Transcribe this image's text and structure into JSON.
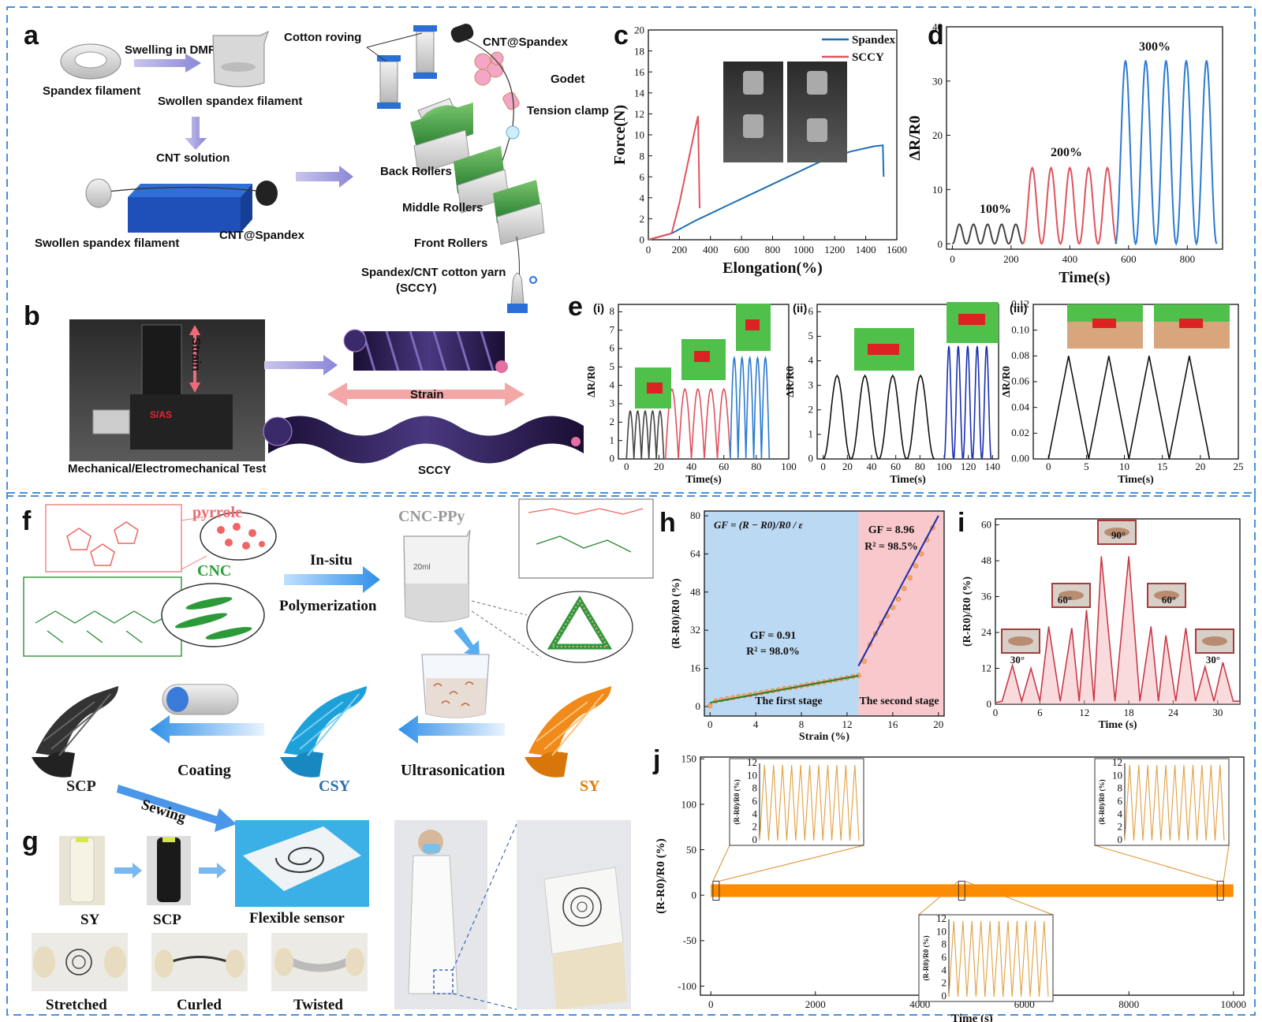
{
  "panels": {
    "a": {
      "label": "a",
      "texts": [
        "Spandex filament",
        "Swelling in DMF",
        "Swollen spandex filament",
        "CNT solution",
        "Swollen spandex filament",
        "CNT@Spandex",
        "Cotton roving",
        "CNT@Spandex",
        "Godet",
        "Tension clamp",
        "Back Rollers",
        "Middle Rollers",
        "Front Rollers",
        "Spandex/CNT cotton yarn",
        "(SCCY)"
      ]
    },
    "b": {
      "label": "b",
      "texts": [
        "Strain",
        "Strain",
        "Mechanical/Electromechanical Test",
        "SCCY",
        "S/AS"
      ]
    },
    "e": {
      "label": "e",
      "sub": [
        "(i)",
        "(ii)",
        "(iii)"
      ]
    },
    "f": {
      "label": "f",
      "texts": [
        "pyrrole",
        "CNC",
        "CNC-PPy",
        "In-situ",
        "Polymerization",
        "20ml",
        "Coating",
        "Ultrasonication",
        "SCP",
        "CSY",
        "SY",
        "Sewing"
      ]
    },
    "g": {
      "label": "g",
      "texts": [
        "SY",
        "SCP",
        "Flexible sensor",
        "Stretched",
        "Curled",
        "Twisted"
      ]
    },
    "h": {
      "label": "h"
    },
    "i": {
      "label": "i"
    },
    "j": {
      "label": "j"
    }
  },
  "chart_data": [
    {
      "panel": "c",
      "type": "line",
      "xlabel": "Elongation(%)",
      "ylabel": "Force(N)",
      "xlim": [
        0,
        1600
      ],
      "ylim": [
        0,
        20
      ],
      "xticks": [
        0,
        200,
        400,
        600,
        800,
        1000,
        1200,
        1400,
        1600
      ],
      "yticks": [
        0,
        2,
        4,
        6,
        8,
        10,
        12,
        14,
        16,
        18,
        20
      ],
      "legend_position": "top-right",
      "series": [
        {
          "name": "Spandex",
          "color": "#1f6fb4",
          "x": [
            0,
            150,
            300,
            500,
            700,
            900,
            1100,
            1300,
            1450,
            1510,
            1515
          ],
          "y": [
            0,
            0.6,
            1.8,
            3.2,
            4.6,
            6,
            7.4,
            8.4,
            8.9,
            9,
            6
          ]
        },
        {
          "name": "SCCY",
          "color": "#e0525d",
          "x": [
            0,
            150,
            200,
            250,
            300,
            320,
            330
          ],
          "y": [
            0,
            0.6,
            3.5,
            7,
            10.5,
            11.8,
            3
          ]
        }
      ]
    },
    {
      "panel": "d",
      "type": "line",
      "xlabel": "Time(s)",
      "ylabel": "ΔR/R0",
      "xlim": [
        -20,
        920
      ],
      "ylim": [
        -1,
        40
      ],
      "xticks": [
        0,
        200,
        400,
        600,
        800
      ],
      "yticks": [
        0,
        10,
        20,
        30,
        40
      ],
      "annotations": [
        {
          "text": "100%",
          "color": "#555555"
        },
        {
          "text": "200%",
          "color": "#d2313b"
        },
        {
          "text": "300%",
          "color": "#1e4fb0"
        }
      ],
      "series": [
        {
          "name": "100%",
          "color": "#444444",
          "period": 48,
          "start": 0,
          "cycles": 5,
          "peak": 3.6
        },
        {
          "name": "200%",
          "color": "#e0525d",
          "period": 64,
          "start": 240,
          "cycles": 5,
          "peak": 14
        },
        {
          "name": "300%",
          "color": "#2b7bd0",
          "period": 69,
          "start": 555,
          "cycles": 5,
          "peak": 33.8
        }
      ]
    },
    {
      "panel": "e(i)",
      "type": "line",
      "xlabel": "Time(s)",
      "ylabel": "ΔR/R0",
      "xlim": [
        -5,
        100
      ],
      "ylim": [
        0,
        8.4
      ],
      "xticks": [
        0,
        20,
        40,
        60,
        80,
        100
      ],
      "yticks": [
        0,
        1,
        2,
        3,
        4,
        5,
        6,
        7,
        8
      ],
      "series": [
        {
          "color": "#444444",
          "start": 0,
          "period": 4.6,
          "cycles": 5,
          "peak": 2.6
        },
        {
          "color": "#e0525d",
          "start": 24,
          "period": 8,
          "cycles": 5,
          "peak": 3.8
        },
        {
          "color": "#2b7bd0",
          "start": 64,
          "period": 4.8,
          "cycles": 5,
          "peak": 5.5
        }
      ]
    },
    {
      "panel": "e(ii)",
      "type": "line",
      "xlabel": "Time(s)",
      "ylabel": "ΔR/R0",
      "xlim": [
        -5,
        145
      ],
      "ylim": [
        0,
        6.3
      ],
      "xticks": [
        0,
        20,
        40,
        60,
        80,
        100,
        120,
        140
      ],
      "yticks": [
        0,
        1,
        2,
        3,
        4,
        5,
        6
      ],
      "series": [
        {
          "color": "#111111",
          "start": 0,
          "period": 23,
          "cycles": 4,
          "peak": 3.4
        },
        {
          "color": "#1a2fb0",
          "start": 100,
          "period": 7.8,
          "cycles": 5,
          "peak": 4.6
        }
      ]
    },
    {
      "panel": "e(iii)",
      "type": "line",
      "xlabel": "Time(s)",
      "ylabel": "ΔR/R0",
      "xlim": [
        -2,
        25
      ],
      "ylim": [
        0,
        0.12
      ],
      "xticks": [
        0,
        5,
        10,
        15,
        20,
        25
      ],
      "yticks": [
        0.0,
        0.02,
        0.04,
        0.06,
        0.08,
        0.1,
        0.12
      ],
      "series": [
        {
          "color": "#111111",
          "start": 0,
          "period": 5.3,
          "cycles": 4,
          "peak": 0.08
        }
      ]
    },
    {
      "panel": "h",
      "type": "scatter",
      "xlabel": "Strain (%)",
      "ylabel": "(R-R0)/R0 (%)",
      "xlim": [
        -0.5,
        20.5
      ],
      "ylim": [
        -4,
        82
      ],
      "xticks": [
        0,
        4,
        8,
        12,
        16,
        20
      ],
      "yticks": [
        0,
        16,
        32,
        48,
        64,
        80
      ],
      "formula": "GF = (R − R0)/R0 / ε",
      "stages": [
        "The first stage",
        "The second stage"
      ],
      "fits": [
        {
          "text1": "GF = 0.91",
          "text2": "R² = 98.0%",
          "x": [
            0,
            13
          ],
          "y": [
            1.6,
            12.9
          ]
        },
        {
          "text1": "GF = 8.96",
          "text2": "R² = 98.5%",
          "x": [
            13,
            20
          ],
          "y": [
            17,
            80
          ]
        }
      ],
      "points": {
        "x": [
          0,
          0.5,
          1,
          1.5,
          2,
          2.5,
          3,
          3.5,
          4,
          4.5,
          5,
          5.5,
          6,
          6.5,
          7,
          7.5,
          8,
          8.5,
          9,
          9.5,
          10,
          10.5,
          11,
          11.5,
          12,
          12.5,
          13,
          13.5,
          14,
          14.5,
          15,
          15.5,
          16,
          16.5,
          17,
          17.5,
          18,
          18.5,
          19,
          19.5
        ],
        "y": [
          0.3,
          2.3,
          2.8,
          3.3,
          3.7,
          4.2,
          4.5,
          4.9,
          5.3,
          5.8,
          6.2,
          6.6,
          7,
          7.5,
          7.8,
          8.2,
          8.6,
          9.1,
          9.5,
          9.9,
          10.3,
          10.8,
          11.2,
          11.6,
          12,
          12.6,
          13,
          19,
          26,
          30.5,
          35,
          38,
          41.5,
          45,
          49.5,
          54,
          59,
          64,
          70,
          75
        ]
      }
    },
    {
      "panel": "i",
      "type": "line",
      "xlabel": "Time (s)",
      "ylabel": "(R-R0)/R0 (%)",
      "xlim": [
        0,
        33
      ],
      "ylim": [
        0,
        62
      ],
      "xticks": [
        0,
        6,
        12,
        18,
        24,
        30
      ],
      "yticks": [
        0,
        12,
        24,
        36,
        48,
        60
      ],
      "angle_labels": [
        "30°",
        "60°",
        "90°",
        "60°",
        "30°"
      ],
      "peaks": {
        "t": [
          2.3,
          4.8,
          7.2,
          10.3,
          12.3,
          14.3,
          18,
          21,
          23,
          25.7,
          28.3,
          30.7
        ],
        "v": [
          13,
          12,
          26,
          25.5,
          31.5,
          49.5,
          49.5,
          26,
          23,
          25.5,
          12.5,
          14
        ]
      }
    },
    {
      "panel": "j",
      "type": "line",
      "xlabel": "Time (s)",
      "ylabel": "(R-R0)/R0 (%)",
      "xlim": [
        -200,
        10200
      ],
      "ylim": [
        -110,
        152
      ],
      "xticks": [
        0,
        2000,
        4000,
        6000,
        8000,
        10000
      ],
      "yticks": [
        -100,
        -50,
        0,
        50,
        100,
        150
      ],
      "band": {
        "from": 0,
        "to": 10000,
        "low": -2,
        "high": 12,
        "color": "#ff8c00"
      },
      "insets": [
        {
          "ylabel": "(R-R0)/R0 (%)",
          "yticks": [
            0,
            2,
            4,
            6,
            8,
            10,
            12
          ],
          "cycles": 11
        },
        {
          "ylabel": "(R-R0)/R0 (%)",
          "yticks": [
            0,
            2,
            4,
            6,
            8,
            10,
            12
          ],
          "cycles": 11
        },
        {
          "ylabel": "(R-R0)/R0 (%)",
          "yticks": [
            0,
            2,
            4,
            6,
            8,
            10,
            12
          ],
          "cycles": 11
        }
      ]
    }
  ]
}
